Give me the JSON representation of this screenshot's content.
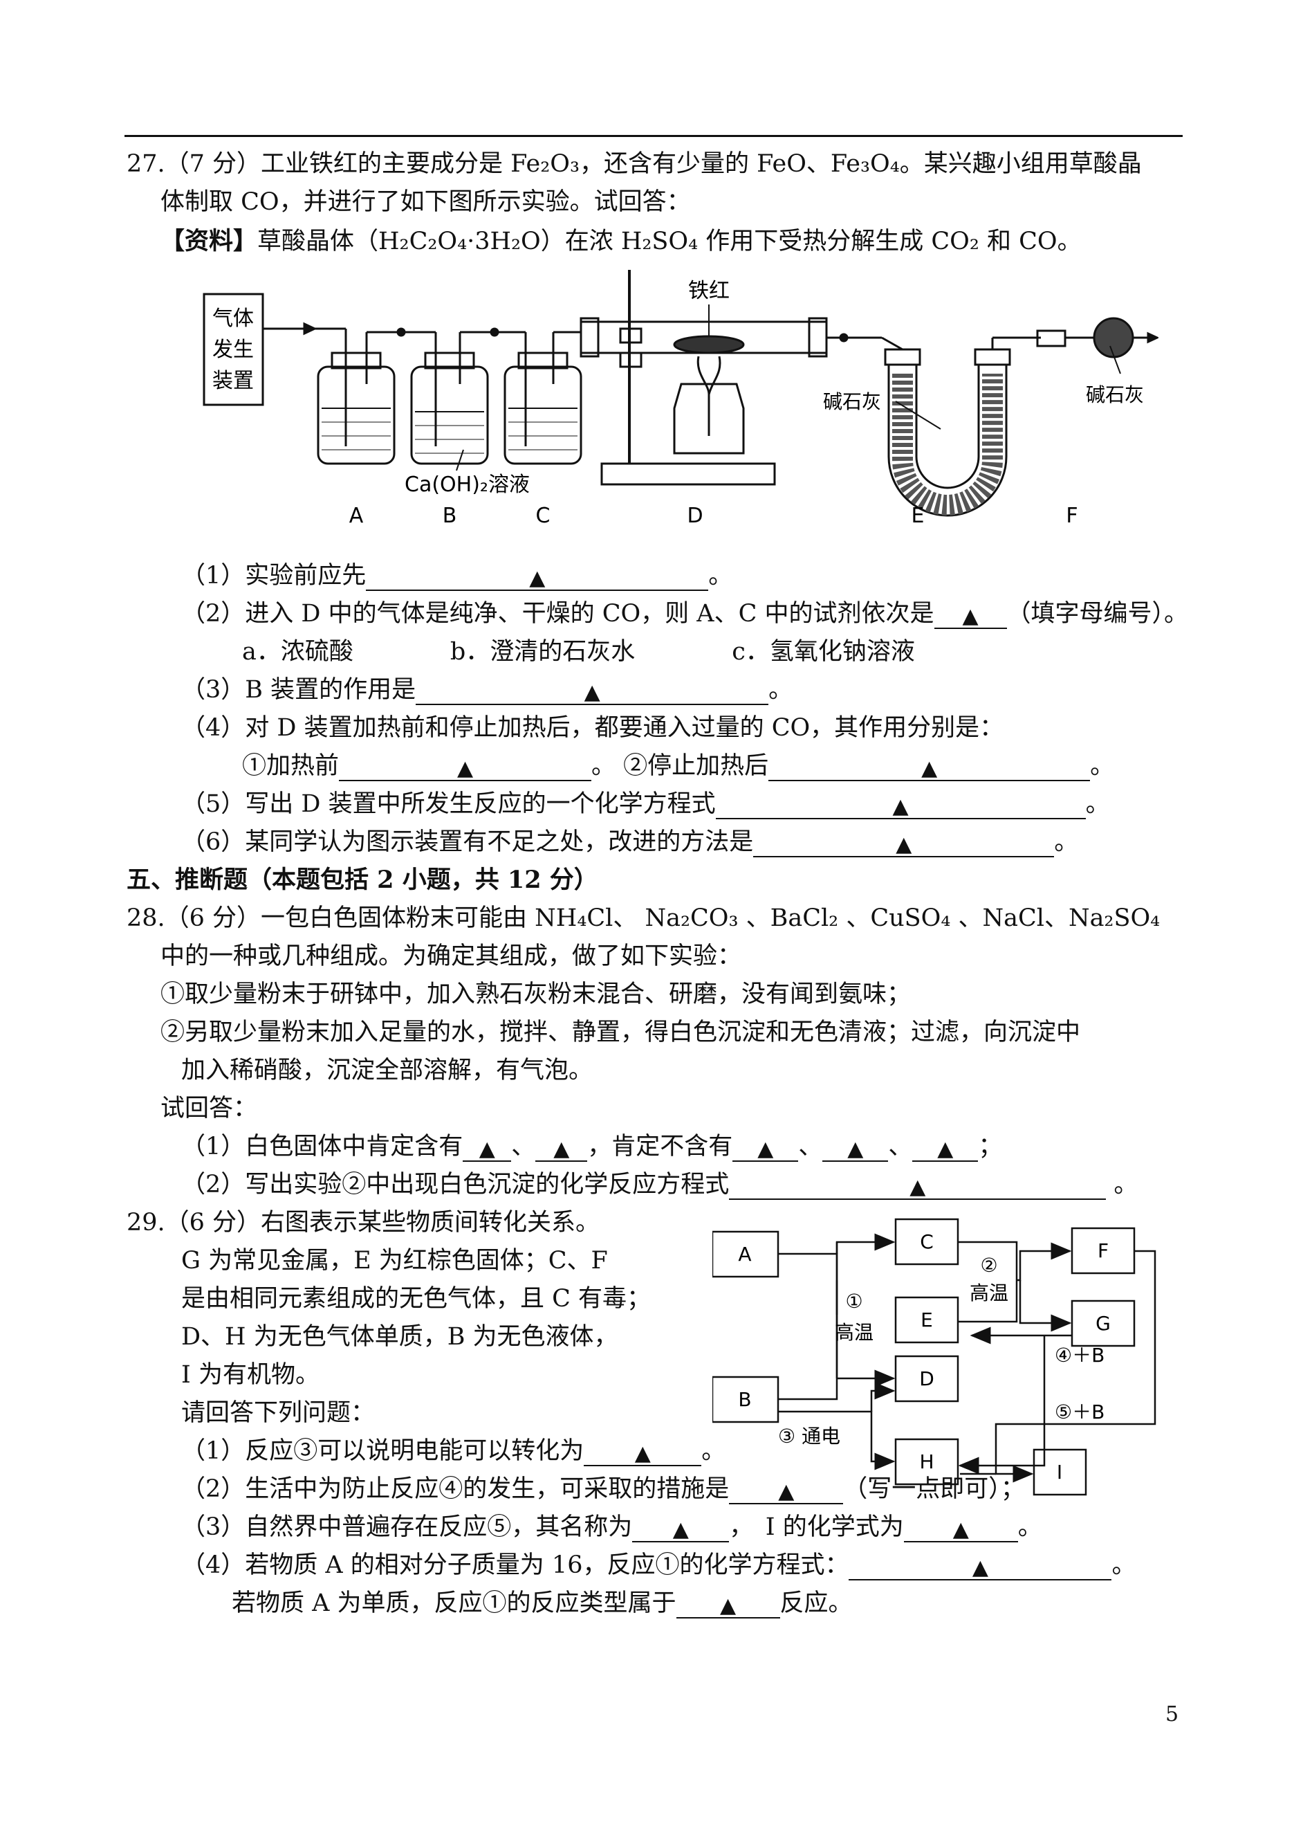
{
  "q27": {
    "intro1": "27.（7 分）工业铁红的主要成分是 Fe₂O₃，还含有少量的 FeO、Fe₃O₄。某兴趣小组用草酸晶",
    "intro2": "体制取 CO，并进行了如下图所示实验。试回答：",
    "info_tag": "【资料】",
    "info_text": "草酸晶体（H₂C₂O₄·3H₂O）在浓 H₂SO₄ 作用下受热分解生成 CO₂ 和 CO。",
    "figure": {
      "gas_box": [
        "气体",
        "发生",
        "装置"
      ],
      "iron_red": "铁红",
      "soda_lime_e": "碱石灰",
      "soda_lime_f": "碱石灰",
      "caoh_label": "Ca(OH)₂溶液",
      "letters": [
        "A",
        "B",
        "C",
        "D",
        "E",
        "F"
      ]
    },
    "s1a": "（1）实验前应先",
    "s1b": "。",
    "s2a": "（2）进入 D 中的气体是纯净、干燥的 CO，则 A、C 中的试剂依次是",
    "s2b": "（填字母编号）。",
    "s2opts": "a．浓硫酸　　　　b．澄清的石灰水　　　　c．氢氧化钠溶液",
    "s3a": "（3）B 装置的作用是",
    "s3b": "。",
    "s4": "（4）对 D 装置加热前和停止加热后，都要通入过量的 CO，其作用分别是：",
    "s4a": "①加热前",
    "s4b": "。 ②停止加热后",
    "s4c": "。",
    "s5a": "（5）写出 D 装置中所发生反应的一个化学方程式",
    "s5b": "。",
    "s6a": "（6）某同学认为图示装置有不足之处，改进的方法是",
    "s6b": "。"
  },
  "sec5": "五、推断题（本题包括 2 小题，共 12 分）",
  "q28": {
    "l1": "28.（6 分）一包白色固体粉末可能由 NH₄Cl、 Na₂CO₃ 、BaCl₂ 、CuSO₄ 、NaCl、Na₂SO₄",
    "l2": "中的一种或几种组成。为确定其组成，做了如下实验：",
    "l3": "①取少量粉末于研钵中，加入熟石灰粉末混合、研磨，没有闻到氨味；",
    "l4": "②另取少量粉末加入足量的水，搅拌、静置，得白色沉淀和无色清液；过滤，向沉淀中",
    "l5": "加入稀硝酸，沉淀全部溶解，有气泡。",
    "l6": "试回答：",
    "s1a": "（1）白色固体中肯定含有",
    "sep": "、",
    "s1b": "，肯定不含有",
    "s1end": "；",
    "s2a": "（2）写出实验②中出现白色沉淀的化学反应方程式",
    "s2b": " 。"
  },
  "q29": {
    "l1": "29.（6 分）右图表示某些物质间转化关系。",
    "l2": "G 为常见金属，E 为红棕色固体；C、F",
    "l3": "是由相同元素组成的无色气体，且 C 有毒；",
    "l4": "D、H 为无色气体单质，B 为无色液体，",
    "l5": "I 为有机物。",
    "l6": "请回答下列问题：",
    "s1a": "（1）反应③可以说明电能可以转化为",
    "s1b": "。",
    "s2a": "（2）生活中为防止反应④的发生，可采取的措施是",
    "s2b": "（写一点即可）；",
    "s3a": "（3）自然界中普遍存在反应⑤，其名称为",
    "s3b": "，　I 的化学式为",
    "s3c": "。",
    "s4a": "（4）若物质 A 的相对分子质量为 16，反应①的化学方程式：",
    "s4b": "。",
    "s4c": "若物质 A 为单质，反应①的反应类型属于",
    "s4d": "反应。",
    "diagram": {
      "A": "A",
      "B": "B",
      "C": "C",
      "D": "D",
      "E": "E",
      "F": "F",
      "G": "G",
      "H": "H",
      "I": "I",
      "r1": "①",
      "r1c": "高温",
      "r2": "②",
      "r2c": "高温",
      "r3": "③ 通电",
      "r4": "④＋B",
      "r5": "⑤＋B"
    }
  },
  "triangle": "▲",
  "page_number": "5"
}
